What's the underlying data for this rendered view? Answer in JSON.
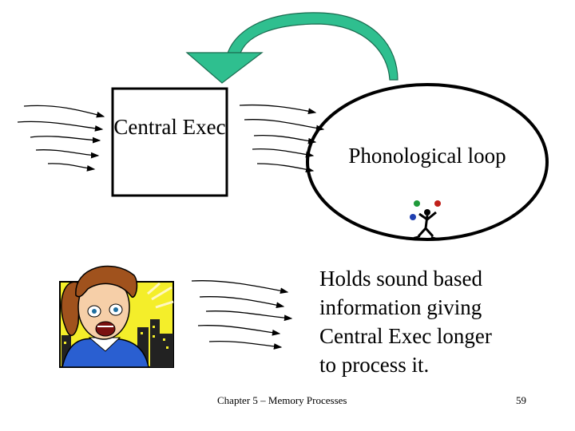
{
  "diagram": {
    "central_exec_label": "Central Exec",
    "loop_label": "Phonological loop",
    "description_lines": [
      "Holds sound based",
      "information giving",
      "Central Exec longer",
      "to process it."
    ]
  },
  "footer": {
    "text": "Chapter 5 – Memory Processes",
    "page_number": "59"
  },
  "colors": {
    "feedback_arrow": "#2fbf8f",
    "box_border": "#000000",
    "loop_border": "#000000",
    "person_background": "#f4ee2a",
    "person_hair": "#a0521d",
    "person_shirt": "#2a5fd1"
  },
  "icons": [
    "speed-lines-icon",
    "curved-feedback-arrow-icon",
    "juggler-clipart-icon",
    "surprised-person-clipart-icon"
  ]
}
